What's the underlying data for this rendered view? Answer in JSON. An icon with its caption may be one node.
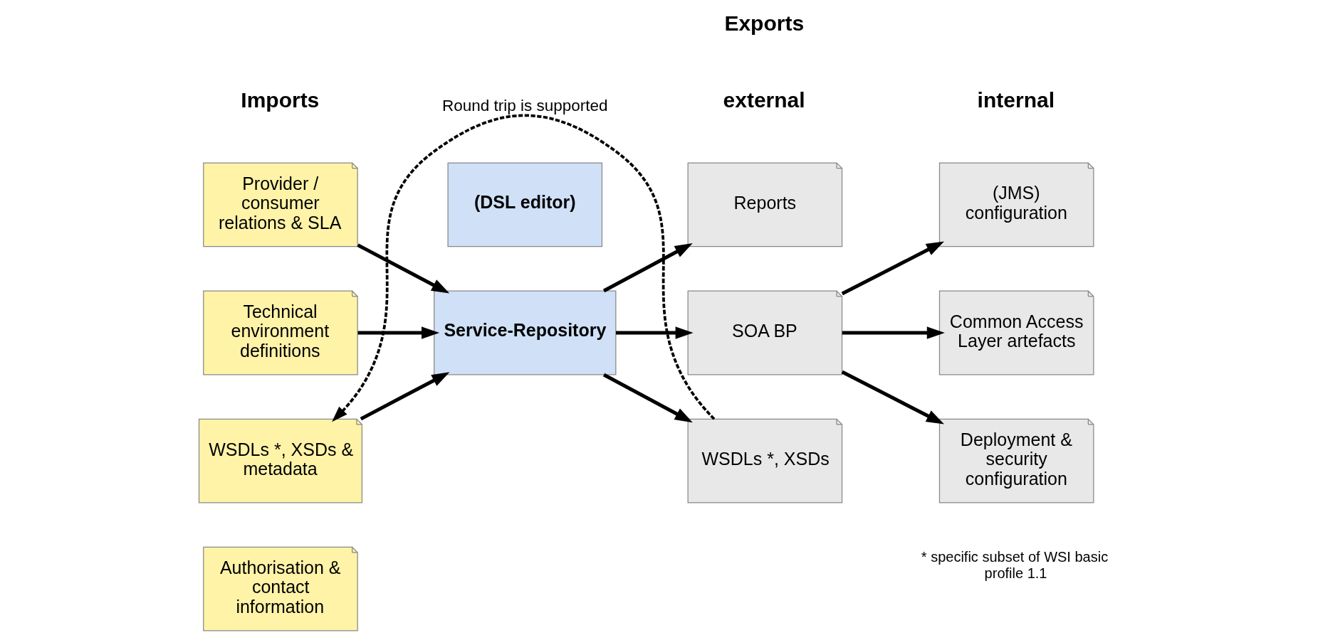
{
  "diagram": {
    "nodes": [
      {
        "text": [
          "Provider / consumer relations & SLA"
        ]
      },
      {
        "text": [
          "Technical environment definitions"
        ]
      },
      {
        "text": [
          "WSDLs *, XSDs & metadata"
        ]
      },
      {
        "text": [
          "Authorisation & contact information"
        ]
      },
      {
        "text": [
          "(DSL editor)"
        ]
      },
      {
        "text": [
          "Service-Repository"
        ]
      },
      {
        "text": [
          "Reports"
        ]
      },
      {
        "text": [
          "SOA BP"
        ]
      },
      {
        "text": [
          "WSDLs *, XSDs"
        ]
      },
      {
        "text": [
          "(JMS) configuration"
        ]
      },
      {
        "text": [
          "Common Access Layer artefacts"
        ]
      },
      {
        "text": [
          "Deployment & security configuration"
        ]
      }
    ],
    "edges": [
      {
        "from": 0,
        "to": 5,
        "arrow": "to"
      },
      {
        "from": 1,
        "to": 5,
        "arrow": "to"
      },
      {
        "from": 2,
        "to": 5,
        "arrow": "to"
      },
      {
        "from": 5,
        "to": 6,
        "arrow": "to"
      },
      {
        "from": 5,
        "to": 7,
        "arrow": "to"
      },
      {
        "from": 5,
        "to": 8,
        "arrow": "to"
      },
      {
        "from": 7,
        "to": 9,
        "arrow": "to"
      },
      {
        "from": 7,
        "to": 10,
        "arrow": "to"
      },
      {
        "from": 7,
        "to": 11,
        "arrow": "to"
      },
      {
        "from": 8,
        "to": 2,
        "arrow": "to",
        "style": "dashed",
        "label": "Round trip is supported"
      }
    ],
    "labels": [
      "Imports",
      "Exports",
      "external",
      "internal",
      "* specific subset of WSI basic profile 1.1"
    ]
  }
}
